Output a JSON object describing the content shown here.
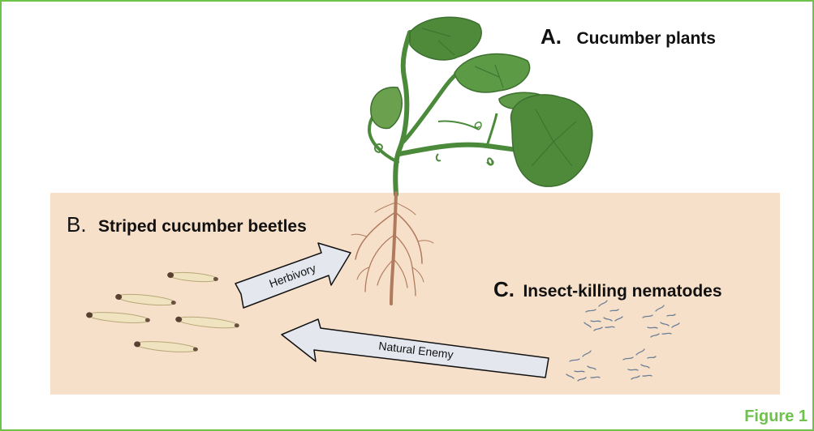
{
  "labels": {
    "a": {
      "letter": "A.",
      "text": "Cucumber plants"
    },
    "b": {
      "letter": "B.",
      "text": "Striped cucumber beetles"
    },
    "c": {
      "letter": "C.",
      "text": "Insect-killing nematodes"
    }
  },
  "arrows": {
    "herbivory": "Herbivory",
    "natural_enemy": "Natural Enemy"
  },
  "figure_label": "Figure 1",
  "colors": {
    "border": "#6cc24a",
    "soil": "#f7e0c9",
    "leaf": "#4f8a3a",
    "leaf_dark": "#3d7030",
    "stem": "#4a8a3a",
    "root": "#b07a5e",
    "arrow_fill": "#e4e7ee",
    "larva": "#efe3c0",
    "nematode": "#6a7f96"
  }
}
